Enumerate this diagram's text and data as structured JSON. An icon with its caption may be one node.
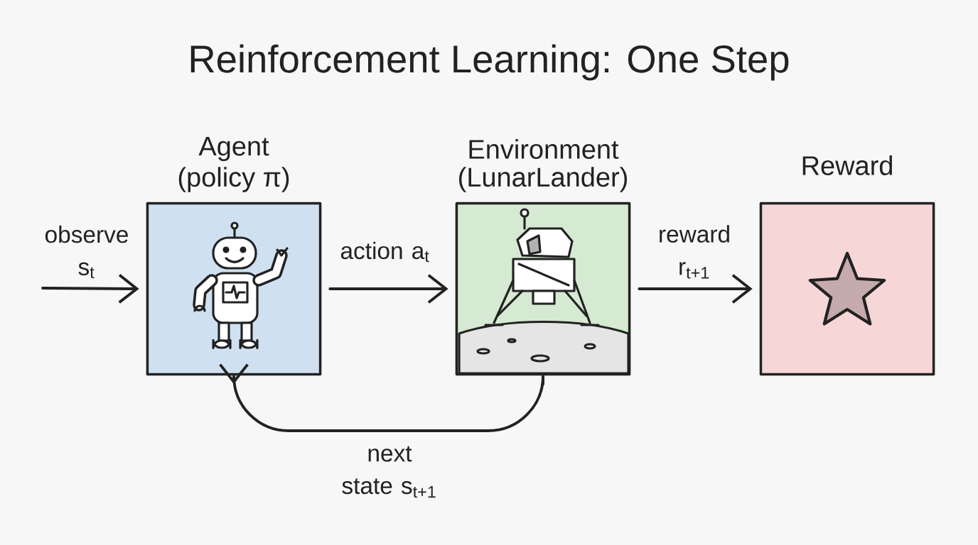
{
  "diagram": {
    "title": "Reinforcement Learning: One Step",
    "nodes": [
      {
        "text": [
          "Agent",
          "(policy π)"
        ]
      },
      {
        "text": [
          "Environment",
          "(LunarLander)"
        ]
      },
      {
        "text": [
          "Reward"
        ]
      }
    ],
    "edges": [
      {
        "from": null,
        "to": 0,
        "arrow": "to",
        "label": "observe s$_{t}$"
      },
      {
        "from": 0,
        "to": 1,
        "arrow": "to",
        "label": "action a$_{t}$"
      },
      {
        "from": 1,
        "to": 2,
        "arrow": "to",
        "label": "reward r$_{t+1}$"
      },
      {
        "from": 1,
        "to": 0,
        "arrow": "to",
        "label": "next state s$_{t+1}$"
      }
    ]
  }
}
